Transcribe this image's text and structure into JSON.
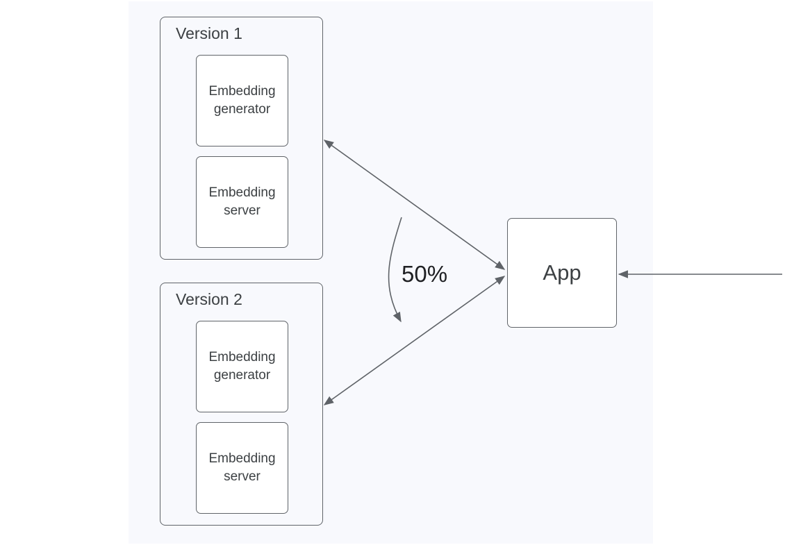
{
  "diagram": {
    "versions": [
      {
        "title": "Version 1",
        "components": [
          {
            "line1": "Embedding",
            "line2": "generator"
          },
          {
            "line1": "Embedding",
            "line2": "server"
          }
        ]
      },
      {
        "title": "Version 2",
        "components": [
          {
            "line1": "Embedding",
            "line2": "generator"
          },
          {
            "line1": "Embedding",
            "line2": "server"
          }
        ]
      }
    ],
    "app_label": "App",
    "split_label": "50%",
    "colors": {
      "stroke": "#5f6368",
      "canvas": "#f8f9fd",
      "text": "#3c4043"
    }
  }
}
